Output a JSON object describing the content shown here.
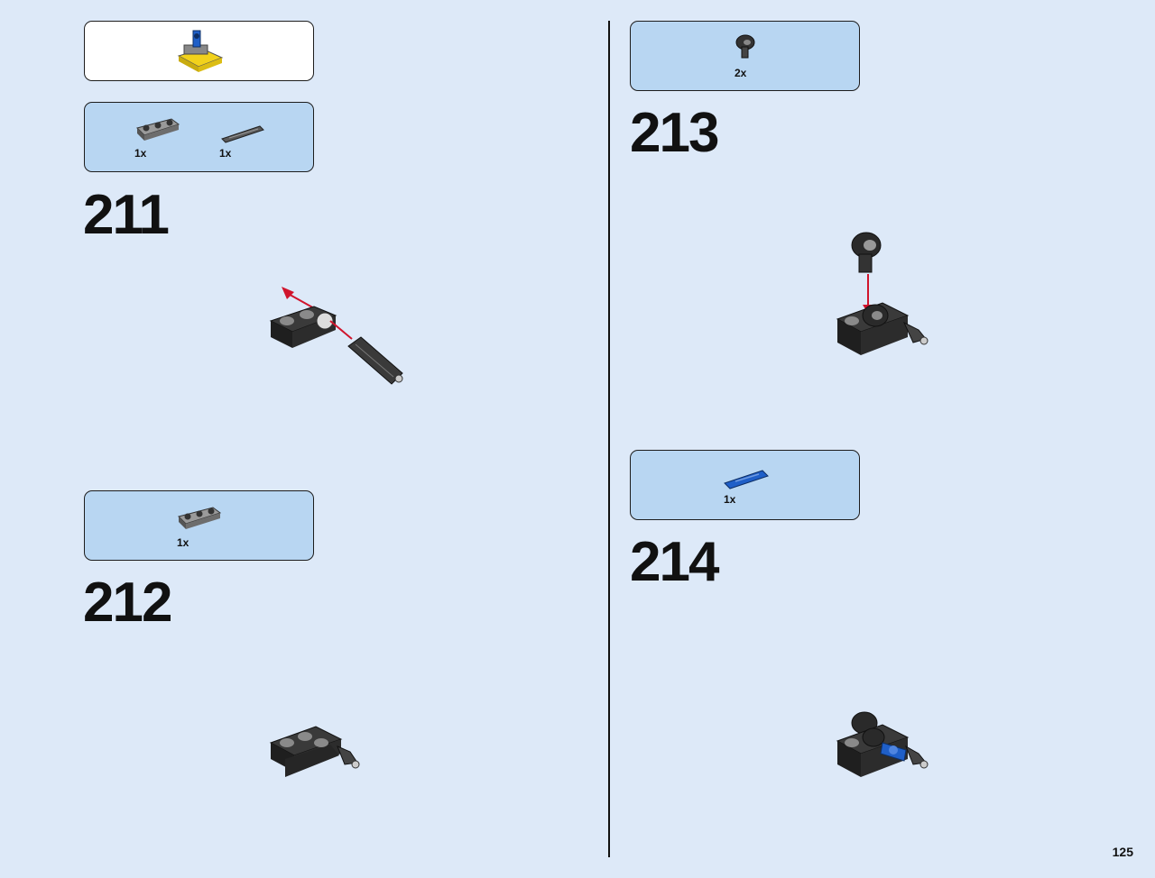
{
  "page": {
    "number": "125"
  },
  "steps": [
    {
      "number": "211",
      "parts": [
        {
          "qty": "1x",
          "icon": "liftarm-icon"
        },
        {
          "qty": "1x",
          "icon": "axle-icon"
        }
      ]
    },
    {
      "number": "212",
      "parts": [
        {
          "qty": "1x",
          "icon": "liftarm-icon"
        }
      ]
    },
    {
      "number": "213",
      "parts": [
        {
          "qty": "2x",
          "icon": "connector-icon"
        }
      ]
    },
    {
      "number": "214",
      "parts": [
        {
          "qty": "1x",
          "icon": "blue-pin-icon"
        }
      ]
    }
  ],
  "colors": {
    "background": "#dde9f8",
    "callout": "#b8d6f2",
    "arrow": "#d0142c",
    "blue_part": "#1f5fc8",
    "yellow_part": "#f2d21b"
  }
}
